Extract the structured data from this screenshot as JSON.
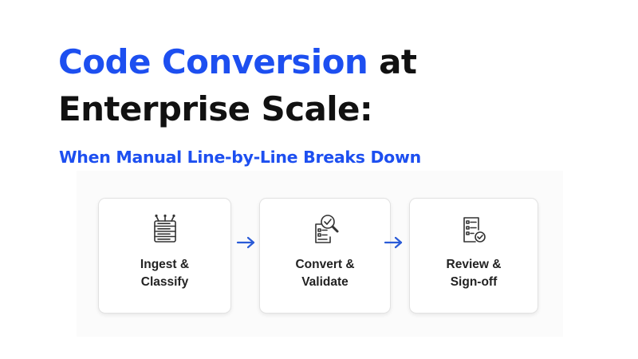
{
  "header": {
    "title_accent": "Code Conversion",
    "title_rest_line1": " at",
    "title_line2": "Enterprise Scale:",
    "subtitle": "When Manual Line-by-Line Breaks Down"
  },
  "colors": {
    "accent": "#1d4ff0",
    "text": "#111111",
    "arrow": "#2a5bd7"
  },
  "steps": [
    {
      "icon": "server-rack-icon",
      "label_line1": "Ingest &",
      "label_line2": "Classify"
    },
    {
      "icon": "document-magnifier-check-icon",
      "label_line1": "Convert &",
      "label_line2": "Validate"
    },
    {
      "icon": "checklist-approval-icon",
      "label_line1": "Review &",
      "label_line2": "Sign-off"
    }
  ],
  "connectors": [
    {
      "icon": "arrow-right-icon"
    },
    {
      "icon": "arrow-right-icon"
    }
  ]
}
